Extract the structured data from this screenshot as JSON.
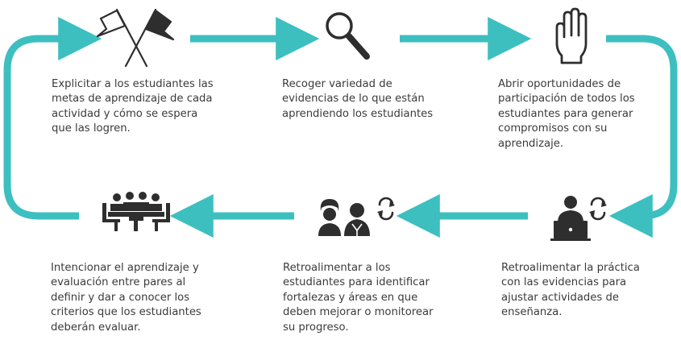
{
  "colors": {
    "arrow": "#3dbfc0",
    "icon": "#2e2e2e"
  },
  "steps": [
    {
      "id": "step-1",
      "icon": "flags-icon",
      "text": "Explicitar a los estudiantes las\nmetas de aprendizaje de cada\nactividad y cómo se espera\nque las logren."
    },
    {
      "id": "step-2",
      "icon": "magnifying-glass-icon",
      "text": "Recoger variedad de\nevidencias de lo que están\naprendiendo los estudiantes"
    },
    {
      "id": "step-3",
      "icon": "raised-hand-icon",
      "text": "Abrir oportunidades de\nparticipación de todos los\nestudiantes para generar\ncompromisos con su\naprendizaje."
    },
    {
      "id": "step-4",
      "icon": "group-meeting-icon",
      "text": "Intencionar el aprendizaje y\nevaluación entre pares al\ndefinir y dar a conocer los\ncriterios que los estudiantes\ndeberán evaluar."
    },
    {
      "id": "step-5",
      "icon": "teacher-student-refresh-icon",
      "text": "Retroalimentar a los\nestudiantes para identificar\nfortalezas y áreas en que\ndeben mejorar o monitorear\nsu progreso."
    },
    {
      "id": "step-6",
      "icon": "person-laptop-refresh-icon",
      "text": "Retroalimentar la práctica\ncon las evidencias para\najustar actividades de\nenseñanza."
    }
  ]
}
